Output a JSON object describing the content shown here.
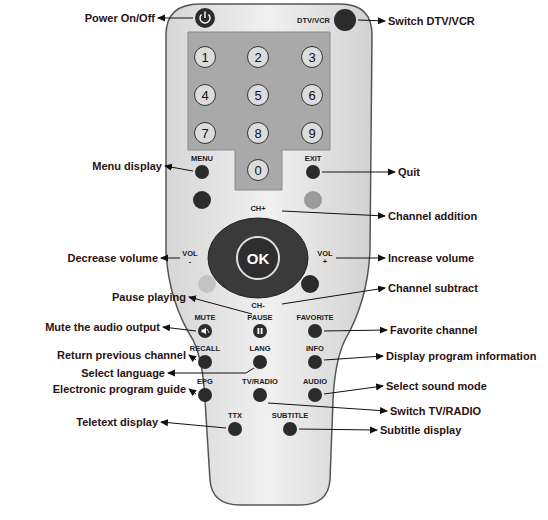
{
  "diagram": {
    "nodes": [
      {
        "text": [
          "DTV/VCR"
        ]
      },
      {
        "text": [
          "1"
        ]
      },
      {
        "text": [
          "2"
        ]
      },
      {
        "text": [
          "3"
        ]
      },
      {
        "text": [
          "4"
        ]
      },
      {
        "text": [
          "5"
        ]
      },
      {
        "text": [
          "6"
        ]
      },
      {
        "text": [
          "7"
        ]
      },
      {
        "text": [
          "8"
        ]
      },
      {
        "text": [
          "9"
        ]
      },
      {
        "text": [
          "0"
        ]
      },
      {
        "text": [
          "MENU"
        ]
      },
      {
        "text": [
          "EXIT"
        ]
      },
      {
        "text": [
          "OK"
        ]
      },
      {
        "text": [
          "MUTE"
        ]
      },
      {
        "text": [
          "PAUSE"
        ]
      },
      {
        "text": [
          "FAVORITE"
        ]
      },
      {
        "text": [
          "RECALL"
        ]
      },
      {
        "text": [
          "LANG"
        ]
      },
      {
        "text": [
          "INFO"
        ]
      },
      {
        "text": [
          "EPG"
        ]
      },
      {
        "text": [
          "TV/RADIO"
        ]
      },
      {
        "text": [
          "AUDIO"
        ]
      },
      {
        "text": [
          "TTX"
        ]
      },
      {
        "text": [
          "SUBTITLE"
        ]
      }
    ],
    "labels": [
      "CH+",
      "VOL -",
      "VOL +",
      "CH-",
      "Power On/Off",
      "Switch DTV/VCR",
      "Menu display",
      "Quit",
      "Channel addition",
      "Decrease volume",
      "Increase volume",
      "Channel subtract",
      "Pause playing",
      "Mute the audio output",
      "Favorite channel",
      "Return previous channel",
      "Select language",
      "Display program information",
      "Electronic program guide",
      "Select sound mode",
      "Switch TV/RADIO",
      "Teletext display",
      "Subtitle display"
    ]
  }
}
